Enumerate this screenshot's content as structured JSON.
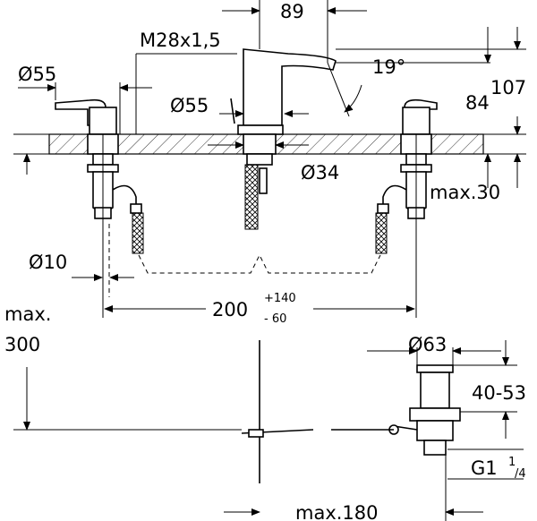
{
  "dimensions": {
    "spout_width": "89",
    "thread": "M28x1,5",
    "handle_dia": "Ø55",
    "spout_dia": "Ø55",
    "angle": "19°",
    "spout_height": "84",
    "total_height": "107",
    "hole_dia": "Ø34",
    "max_thickness": "max.30",
    "pipe_dia": "Ø10",
    "spread_base": "200",
    "spread_plus": "+140",
    "spread_minus": "- 60",
    "max_label": "max.",
    "max_value": "300",
    "drain_dia": "Ø63",
    "drain_range": "40-53",
    "drain_thread_g": "G1",
    "drain_thread_num": "1",
    "drain_thread_den": "/4",
    "max_reach": "max.180"
  }
}
